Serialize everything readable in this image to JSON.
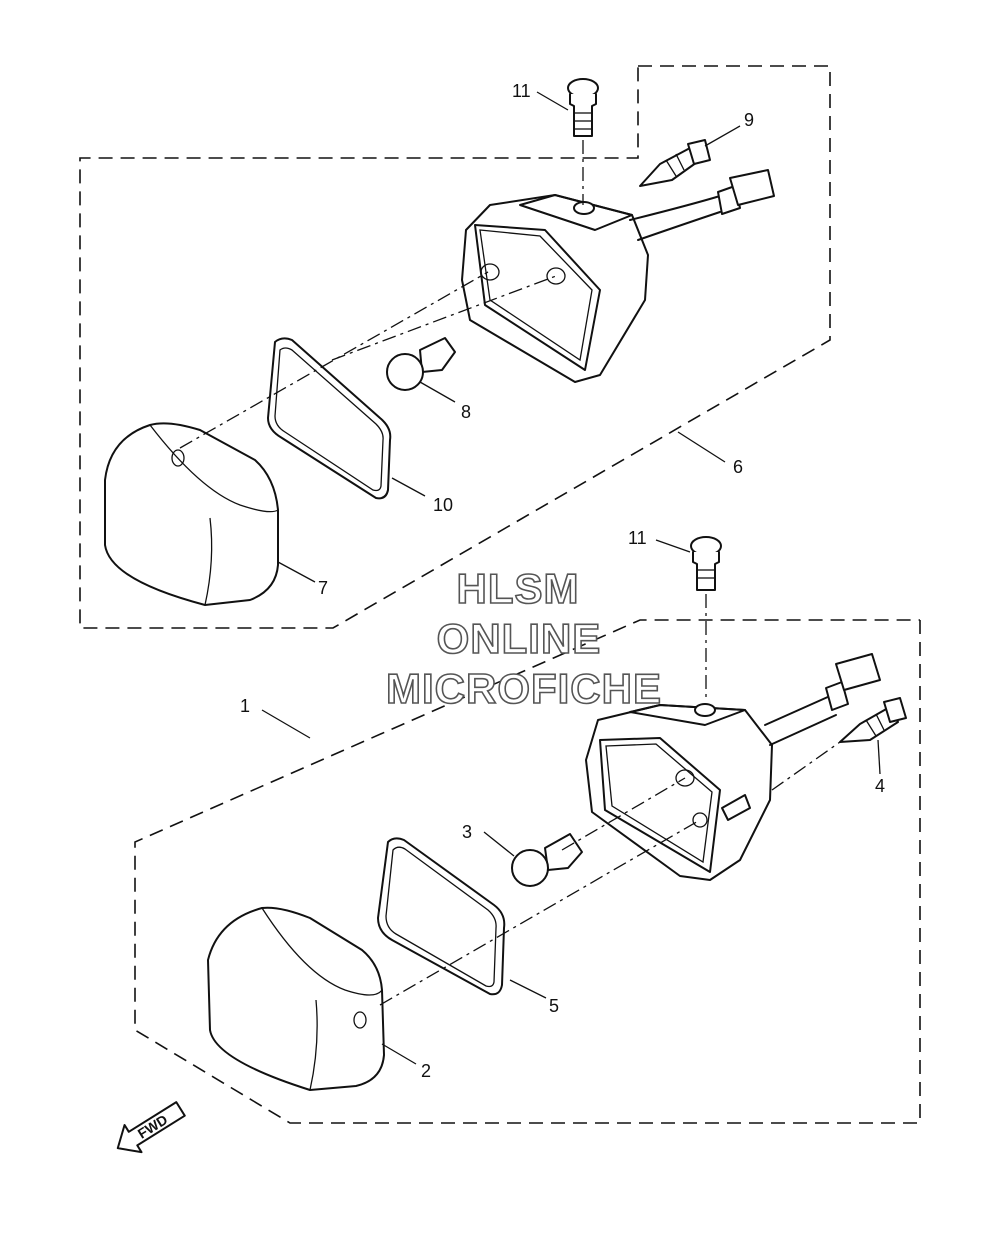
{
  "watermark": {
    "lines": [
      "HLSM",
      "ONLINE",
      "MICROFICHE"
    ]
  },
  "direction_marker": {
    "label": "FWD",
    "icon": "arrow-forward-icon"
  },
  "callouts": [
    {
      "part": "upper-top-screw",
      "label": "11"
    },
    {
      "part": "upper-side-screw",
      "label": "9"
    },
    {
      "part": "upper-bulb",
      "label": "8"
    },
    {
      "part": "upper-assembly",
      "label": "6"
    },
    {
      "part": "upper-gasket",
      "label": "10"
    },
    {
      "part": "upper-lens",
      "label": "7"
    },
    {
      "part": "lower-top-screw",
      "label": "11"
    },
    {
      "part": "lower-assembly",
      "label": "1"
    },
    {
      "part": "lower-side-screw",
      "label": "4"
    },
    {
      "part": "lower-bulb",
      "label": "3"
    },
    {
      "part": "lower-gasket",
      "label": "5"
    },
    {
      "part": "lower-lens",
      "label": "2"
    }
  ]
}
